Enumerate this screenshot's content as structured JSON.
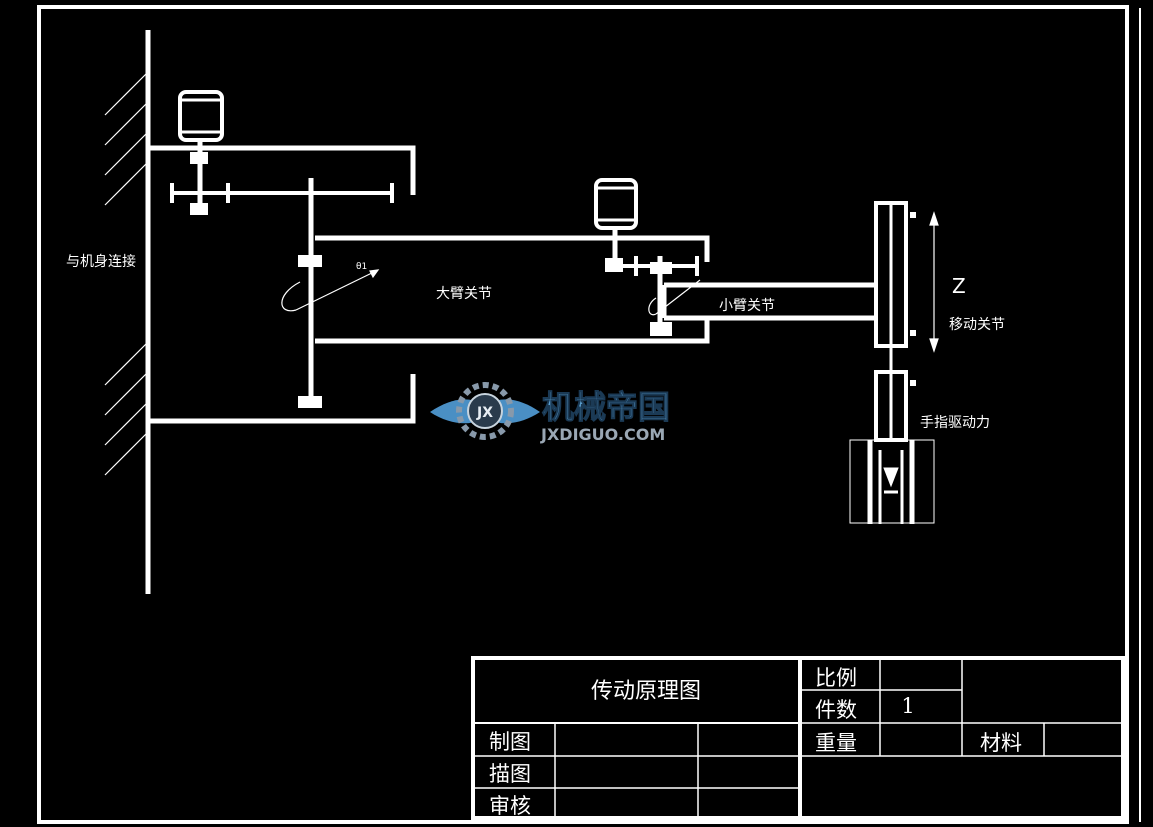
{
  "drawing": {
    "labels": {
      "body_connection": "与机身连接",
      "big_arm_joint": "大臂关节",
      "small_arm_joint": "小臂关节",
      "move_joint": "移动关节",
      "z_axis": "Z",
      "finger_drive": "手指驱动力",
      "theta": "θ1"
    }
  },
  "watermark": {
    "cn_text": "机械帝国",
    "en_text": "JXDIGUO.COM",
    "emblem_text": "JX"
  },
  "title_block": {
    "title": "传动原理图",
    "scale_label": "比例",
    "count_label": "件数",
    "count_value": "1",
    "weight_label": "重量",
    "material_label": "材料",
    "drawn_label": "制图",
    "traced_label": "描图",
    "checked_label": "审核"
  },
  "colors": {
    "background": "#000000",
    "line": "#ffffff",
    "logo_blue": "#5b9fd0",
    "logo_gray": "#9aa7b4"
  }
}
